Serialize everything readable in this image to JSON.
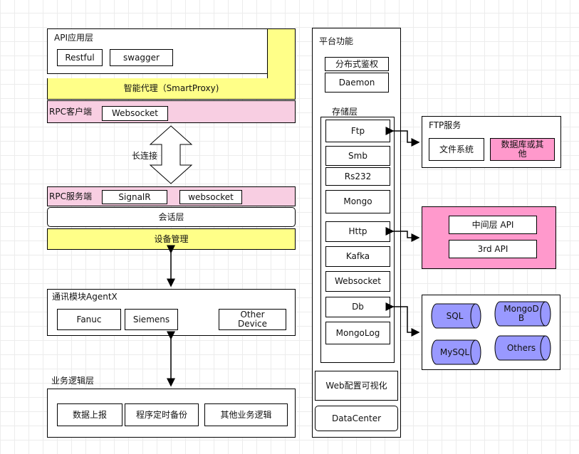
{
  "left": {
    "api_layer": {
      "title": "API应用层",
      "items": [
        "Restful",
        "swagger"
      ]
    },
    "smart_proxy": "智能代理（SmartProxy)",
    "rpc_client": {
      "label": "RPC客户端",
      "item": "Websocket"
    },
    "long_connection": "长连接",
    "rpc_server": {
      "label": "RPC服务端",
      "items": [
        "SignalR",
        "websocket"
      ]
    },
    "session_layer": "会话层",
    "device_management": "设备管理",
    "comm_module": {
      "title": "通讯模块AgentX",
      "items": [
        "Fanuc",
        "Siemens",
        "Other\nDevice"
      ]
    },
    "business_layer": {
      "title": "业务逻辑层",
      "items": [
        "数据上报",
        "程序定时备份",
        "其他业务逻辑"
      ]
    }
  },
  "platform": {
    "title": "平台功能",
    "auth": "分布式鉴权",
    "daemon": "Daemon",
    "storage": {
      "title": "存储层",
      "items": [
        "Ftp",
        "Smb",
        "Rs232",
        "Mongo",
        "Http",
        "Kafka",
        "Websocket",
        "Db",
        "MongoLog"
      ]
    },
    "web_config": "Web配置可视化",
    "datacenter": "DataCenter"
  },
  "ftp_service": {
    "title": "FTP服务",
    "items": [
      "文件系统",
      "数据库或其\n他"
    ]
  },
  "middle_api": {
    "items": [
      "中间层 API",
      "3rd API"
    ]
  },
  "databases": {
    "items": [
      "SQL",
      "MongoD\nB",
      "MySQL",
      "Others"
    ]
  },
  "colors": {
    "pink": "#f8cee2",
    "yellow": "#ffff88",
    "magenta": "#ff99cc",
    "db_purple": "#9999ff"
  }
}
